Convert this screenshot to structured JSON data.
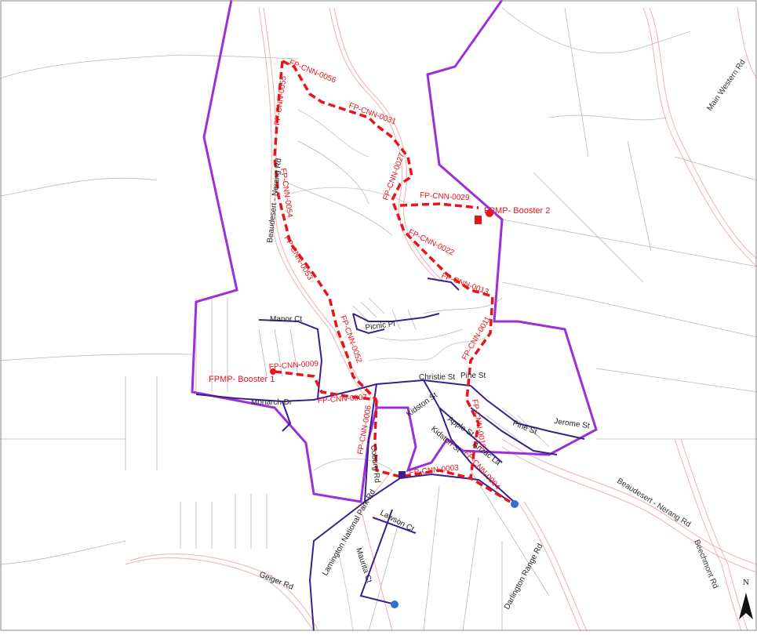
{
  "colors": {
    "boundary": "#9b30d9",
    "network": "#3b1f8f",
    "trunk": "#e8141b",
    "lots": "#b8b8b8",
    "roads": "#f0b0b0",
    "frame": "#888888"
  },
  "icons": {
    "north_arrow": "north-arrow-icon",
    "reservoir": "blue-dot-icon",
    "booster": "red-dot-icon"
  },
  "north_label": "N",
  "boosters": [
    {
      "label": "FPMP- Booster 2"
    },
    {
      "label": "FPMP- Booster 1"
    }
  ],
  "trunk_labels": [
    "FP-CNN-0056",
    "FP-CNN-0055",
    "FP-CNN-0031",
    "FP-CNN-0027",
    "FP-CNN-0029",
    "FP-CNN-0054",
    "FP-CNN-0022",
    "FP-CNN-0053",
    "FP-CNN-0013",
    "FP-CNN-0011",
    "FP-CNN-0052",
    "FP-CNN-0009",
    "FP-CNN-0007",
    "FP-CNN-0006",
    "FP-CNN-0010",
    "FP-CNN-0004",
    "FP-CNN-0003"
  ],
  "streets": [
    "Main Western Rd",
    "Beaudesert - Nerang Rd",
    "Manor Ct",
    "Picnic Pl",
    "Christie St",
    "Pine St",
    "Kidston St",
    "Monarch Dr",
    "Jerome St",
    "Apple St",
    "Pine St",
    "Kidston St",
    "Anzac La",
    "Coburg Rd",
    "Lamington National Park Rd",
    "Lawson Ct",
    "Beaudesert - Nerang Rd",
    "Beechmont Rd",
    "Darlington Range Rd",
    "Maurita Ct",
    "Geiger Rd"
  ]
}
